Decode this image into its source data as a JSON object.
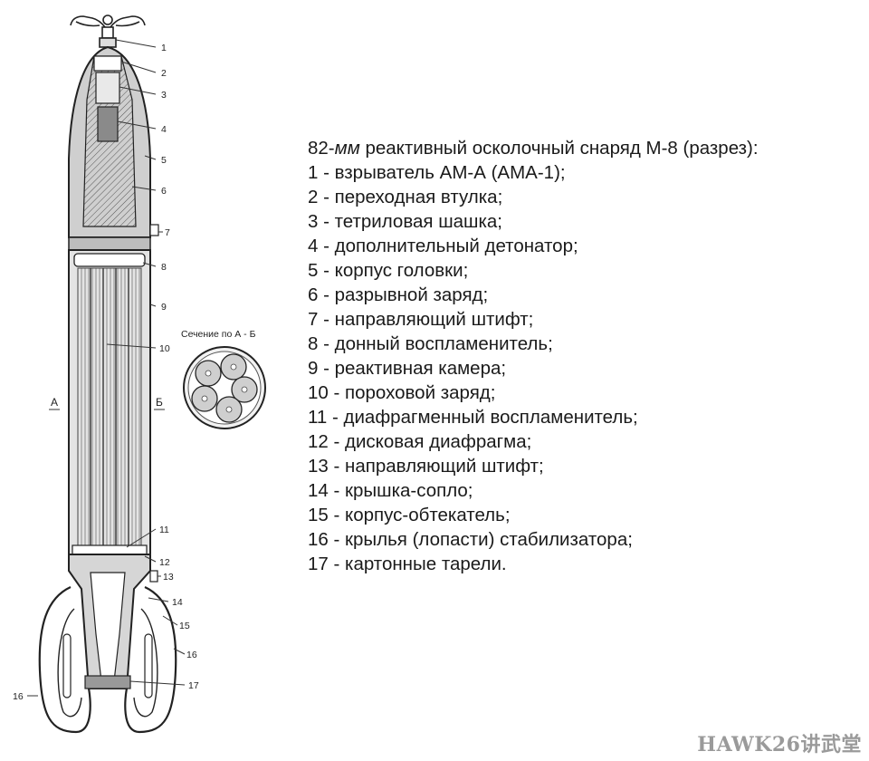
{
  "legend": {
    "title_prefix": "82-",
    "title_unit": "мм",
    "title_rest": " реактивный осколочный снаряд М-8 (разрез):",
    "items": [
      "1 - взрыватель АМ-А (АМА-1);",
      "2 - переходная втулка;",
      "3 - тетриловая шашка;",
      "4 - дополнительный детонатор;",
      "5 - корпус головки;",
      "6 - разрывной заряд;",
      "7 - направляющий штифт;",
      "8 - донный воспламенитель;",
      "9 - реактивная камера;",
      "10 - пороховой заряд;",
      "11 - диафрагменный воспламенитель;",
      "12 - дисковая диафрагма;",
      "13 - направляющий штифт;",
      "14 - крышка-сопло;",
      "15 - корпус-обтекатель;",
      "16 - крылья (лопасти) стабилизатора;",
      "17 - картонные тарели."
    ]
  },
  "diagram": {
    "callouts": [
      "1",
      "2",
      "3",
      "4",
      "5",
      "6",
      "7",
      "8",
      "9",
      "10",
      "11",
      "12",
      "13",
      "14",
      "15",
      "16",
      "16",
      "17"
    ],
    "section_title": "Сечение по А - Б",
    "section_mark_a": "А",
    "section_mark_b": "Б"
  },
  "watermark": "HAWK26讲武堂"
}
